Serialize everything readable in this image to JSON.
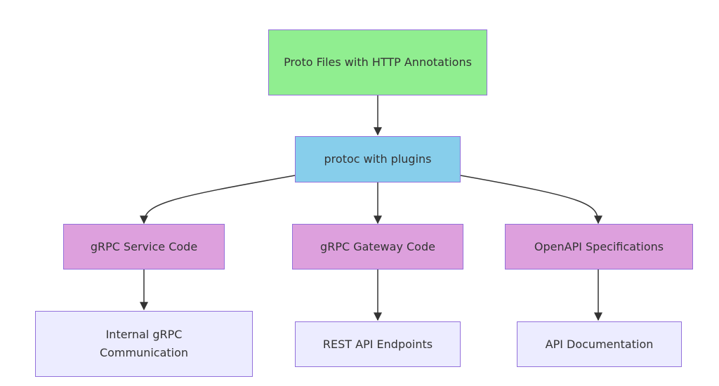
{
  "colors": {
    "source": "#90ee90",
    "tool": "#87ceeb",
    "output": "#dda0dd",
    "result": "#ececff",
    "border": "#9370db",
    "edge": "#333333",
    "text": "#333333"
  },
  "nodes": {
    "proto_files": "Proto Files with HTTP Annotations",
    "protoc": "protoc with plugins",
    "service_code": "gRPC Service Code",
    "gateway_code": "gRPC Gateway Code",
    "openapi": "OpenAPI Specifications",
    "internal_grpc": "Internal gRPC Communication",
    "rest_endpoints": "REST API Endpoints",
    "api_docs": "API Documentation"
  },
  "edges": [
    {
      "from": "proto_files",
      "to": "protoc"
    },
    {
      "from": "protoc",
      "to": "service_code"
    },
    {
      "from": "protoc",
      "to": "gateway_code"
    },
    {
      "from": "protoc",
      "to": "openapi"
    },
    {
      "from": "service_code",
      "to": "internal_grpc"
    },
    {
      "from": "gateway_code",
      "to": "rest_endpoints"
    },
    {
      "from": "openapi",
      "to": "api_docs"
    }
  ]
}
